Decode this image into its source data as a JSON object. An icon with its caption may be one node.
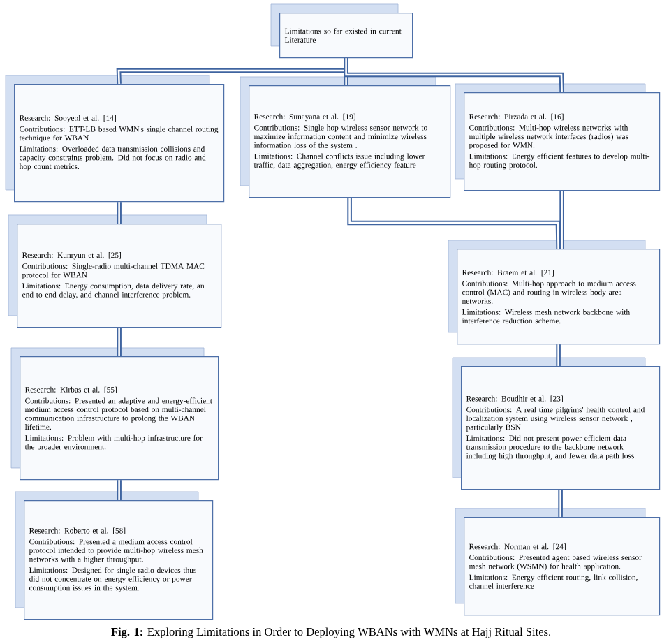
{
  "diagram": {
    "caption": "**Fig. 1:** Exploring Limitations in Order to Deploying WBANs with WMNs at Hajj Ritual Sites.",
    "nodes": [
      {
        "text": [
          "Limitations so far existed in current Literature"
        ]
      },
      {
        "text": [
          "Research: Sooyeol et al. [14]",
          "Contributions: ETT-LB based WMN's single channel routing technique for WBAN",
          "Limitations: Overloaded data transmission collisions and capacity constraints problem. Did not focus on radio and hop count metrics."
        ]
      },
      {
        "text": [
          "Research: Sunayana et al. [19]",
          "Contributions: Single hop wireless sensor network to maximize information content and minimize wireless information loss of the system .",
          "Limitations: Channel conflicts issue including lower traffic, data aggregation, energy efficiency feature"
        ]
      },
      {
        "text": [
          "Research: Pirzada et al. [16]",
          "Contributions: Multi-hop wireless networks with multiple wireless network interfaces (radios) was proposed for WMN.",
          "Limitations: Energy efficient features to develop multi-hop routing protocol."
        ]
      },
      {
        "text": [
          "Research: Kunryun et al. [25]",
          "Contributions: Single-radio multi-channel TDMA MAC protocol for WBAN",
          "Limitations: Energy consumption, data delivery rate, an end to end delay, and channel interference problem."
        ]
      },
      {
        "text": [
          "Research: Braem et al. [21]",
          "Contributions: Multi-hop approach to medium access control (MAC) and routing in wireless body area networks.",
          "Limitations: Wireless mesh network backbone with interference reduction scheme."
        ]
      },
      {
        "text": [
          "Research: Kirbas et al. [55]",
          "Contributions: Presented an adaptive and energy-efficient medium access control protocol based on multi-channel communication infrastructure to prolong the WBAN lifetime.",
          "Limitations: Problem with multi-hop infrastructure for the broader environment."
        ]
      },
      {
        "text": [
          "Research: Boudhir et al. [23]",
          "Contributions: A real time pilgrims' health control and localization system using wireless sensor network , particularly BSN",
          "Limitations: Did not present power efficient data transmission procedure to the backbone network including high throughput, and fewer data path loss."
        ]
      },
      {
        "text": [
          "Research: Roberto et al. [58]",
          "Contributions: Presented a medium access control protocol intended to provide multi-hop wireless mesh networks with a higher throughput.",
          "Limitations: Designed for single radio devices thus did not concentrate on energy efficiency or power consumption issues in the system."
        ]
      },
      {
        "text": [
          "Research: Norman et al. [24]",
          "Contributions: Presented agent based wireless sensor mesh network (WSMN) for health application.",
          "Limitations: Energy efficient routing, link collision, channel interference"
        ]
      }
    ],
    "edges": [
      {
        "from": 0,
        "to": 1,
        "arrow": "none"
      },
      {
        "from": 0,
        "to": 2,
        "arrow": "none"
      },
      {
        "from": 0,
        "to": 3,
        "arrow": "none"
      },
      {
        "from": 1,
        "to": 4,
        "arrow": "none"
      },
      {
        "from": 2,
        "to": 5,
        "arrow": "none"
      },
      {
        "from": 3,
        "to": 5,
        "arrow": "none"
      },
      {
        "from": 4,
        "to": 6,
        "arrow": "none"
      },
      {
        "from": 5,
        "to": 7,
        "arrow": "none"
      },
      {
        "from": 6,
        "to": 8,
        "arrow": "none"
      },
      {
        "from": 7,
        "to": 9,
        "arrow": "none"
      }
    ]
  }
}
